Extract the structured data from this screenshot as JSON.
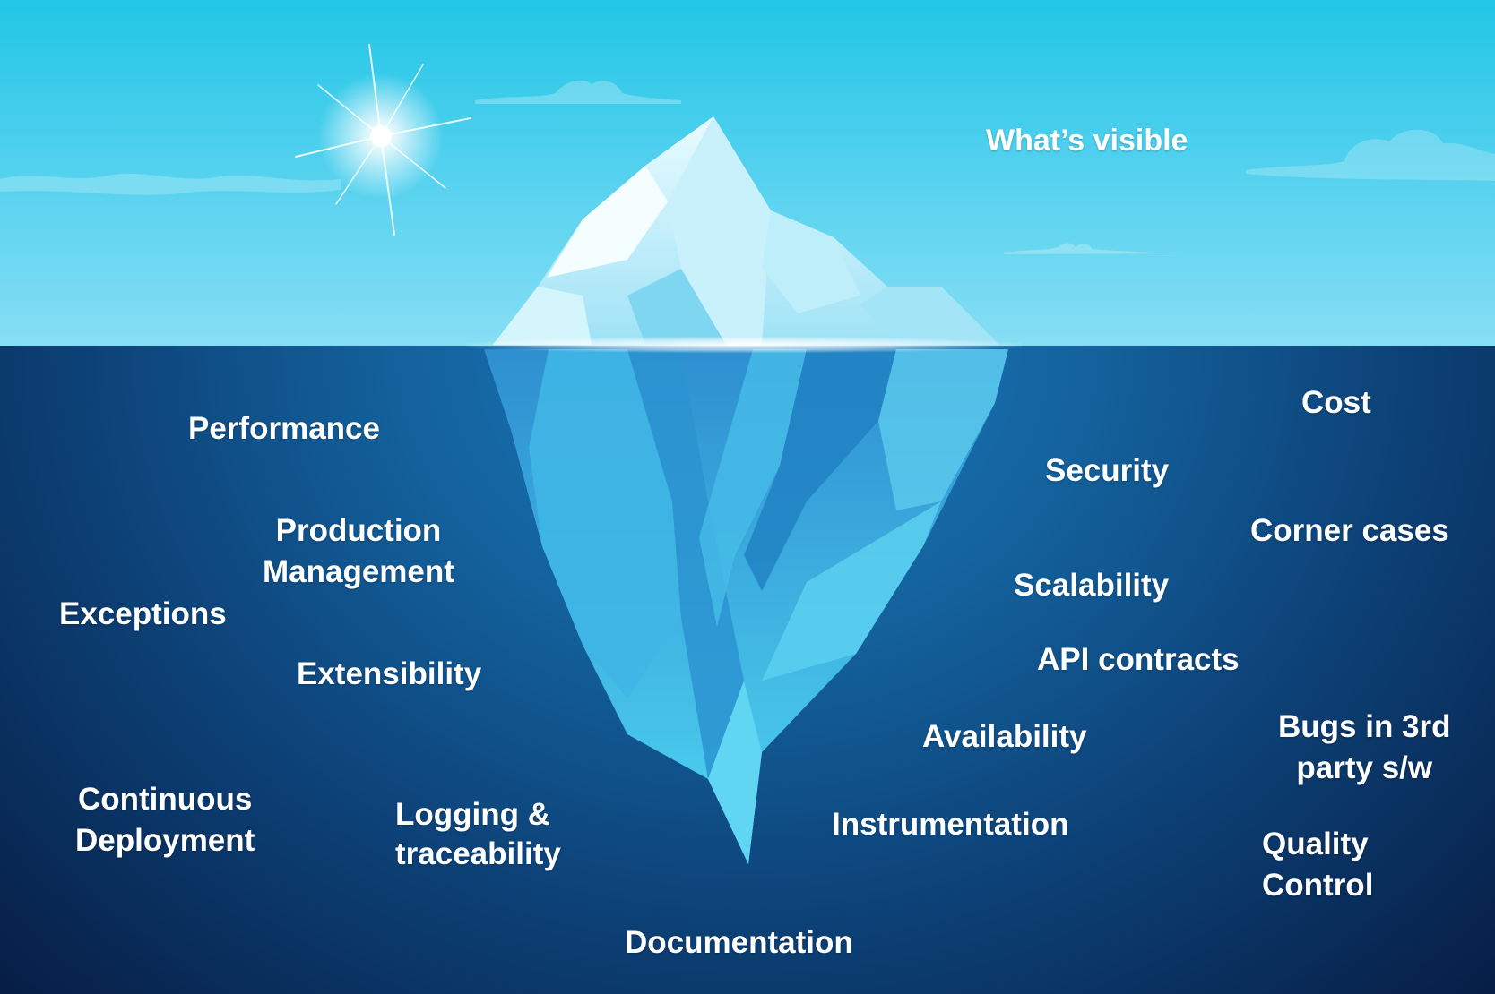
{
  "title": "What’s visible",
  "colors": {
    "sky_top": "#22c6e6",
    "sky_bottom": "#86def4",
    "sea_top": "#1a7fbf",
    "sea_bottom": "#071e45",
    "ice_light": "#d9f4fb",
    "ice_mid": "#5cc9ee",
    "ice_dark": "#2a93d0",
    "text": "#ffffff"
  },
  "above_water": {
    "label": "What’s visible"
  },
  "below_water": {
    "left": [
      {
        "id": "performance",
        "text": "Performance"
      },
      {
        "id": "production-management",
        "line1": "Production",
        "line2": "Management"
      },
      {
        "id": "exceptions",
        "text": "Exceptions"
      },
      {
        "id": "extensibility",
        "text": "Extensibility"
      },
      {
        "id": "continuous-deployment",
        "line1": "Continuous",
        "line2": "Deployment"
      },
      {
        "id": "logging-traceability",
        "line1": "Logging &",
        "line2": "traceability"
      }
    ],
    "bottom": [
      {
        "id": "documentation",
        "text": "Documentation"
      }
    ],
    "right": [
      {
        "id": "cost",
        "text": "Cost"
      },
      {
        "id": "security",
        "text": "Security"
      },
      {
        "id": "corner-cases",
        "text": "Corner cases"
      },
      {
        "id": "scalability",
        "text": "Scalability"
      },
      {
        "id": "api-contracts",
        "text": "API contracts"
      },
      {
        "id": "availability",
        "text": "Availability"
      },
      {
        "id": "bugs-3rd-party",
        "line1": "Bugs in 3rd",
        "line2": "party s/w"
      },
      {
        "id": "instrumentation",
        "text": "Instrumentation"
      },
      {
        "id": "quality-control",
        "line1": "Quality",
        "line2": "Control"
      }
    ]
  },
  "icons": {
    "sun": "sun-icon",
    "iceberg": "iceberg-illustration",
    "clouds": "cloud-icon"
  }
}
